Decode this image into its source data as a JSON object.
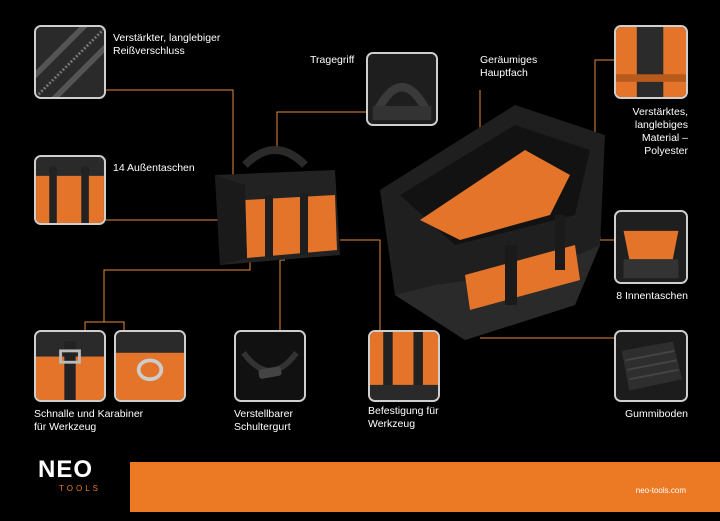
{
  "labels": {
    "zipper": "Verstärkter, langlebiger\nReißverschluss",
    "handle": "Tragegriff",
    "main_compartment": "Geräumiges\nHauptfach",
    "material": "Verstärktes,\nlanglebiges\nMaterial –\nPolyester",
    "outer_pockets": "14 Außentaschen",
    "inner_pockets": "8 Innentaschen",
    "buckle": "Schnalle und Karabiner\nfür Werkzeug",
    "strap": "Verstellbarer\nSchultergurt",
    "tool_mount": "Befestigung für\nWerkzeug",
    "rubber_base": "Gummiboden"
  },
  "brand": {
    "name": "NEO",
    "subtitle": "TOOLS",
    "url": "neo-tools.com"
  },
  "colors": {
    "accent": "#ec7a25",
    "background": "#000000",
    "leader": "#e58a3a"
  }
}
